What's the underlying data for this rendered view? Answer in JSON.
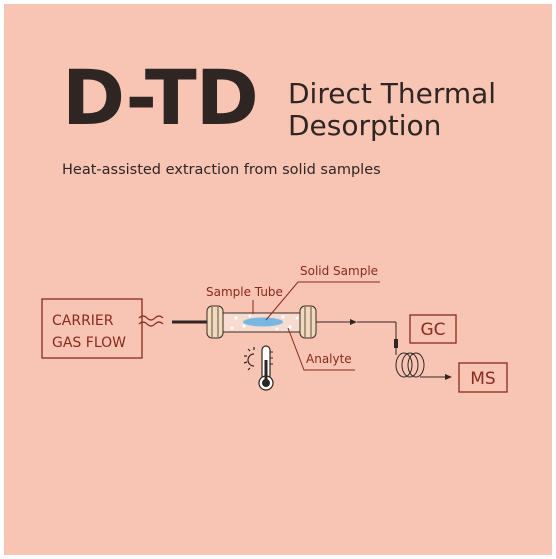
{
  "header": {
    "acronym": "D-TD",
    "subtitle_line1": "Direct Thermal",
    "subtitle_line2": "Desorption",
    "tagline": "Heat-assisted extraction from solid samples"
  },
  "diagram": {
    "carrier_line1": "CARRIER",
    "carrier_line2": "GAS FLOW",
    "sample_tube_label": "Sample Tube",
    "solid_sample_label": "Solid Sample",
    "analyte_label": "Analyte",
    "gc_label": "GC",
    "ms_label": "MS"
  },
  "colors": {
    "background": "#f8c4b4",
    "label_red": "#8a2a1c",
    "text_dark": "#2f2523",
    "fitting": "#f1d9be",
    "sample_blue": "#79b7e2"
  }
}
